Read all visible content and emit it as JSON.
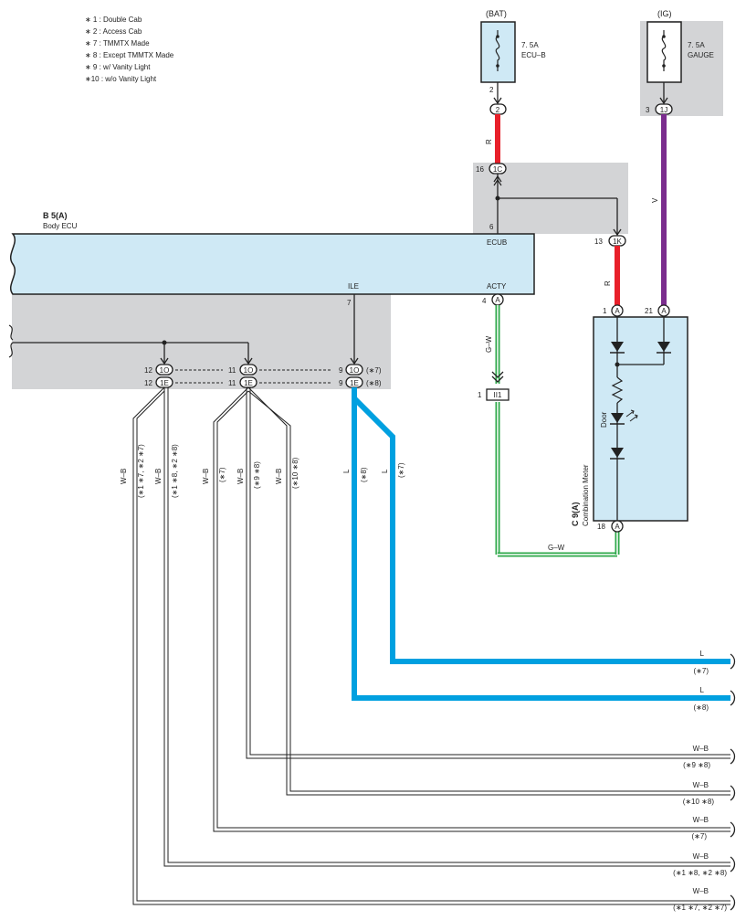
{
  "legend": [
    "∗ 1 : Double Cab",
    "∗ 2 : Access Cab",
    "∗ 7 : TMMTX Made",
    "∗ 8 : Except TMMTX Made",
    "∗ 9 : w/ Vanity Light",
    "∗10 : w/o Vanity Light"
  ],
  "fuses": {
    "bat": {
      "source": "(BAT)",
      "rating": "7. 5A",
      "name": "ECU–B",
      "pin_num": "2",
      "connector": "2"
    },
    "ig": {
      "source": "(IG)",
      "rating": "7. 5A",
      "name": "GAUGE",
      "pin_num": "3",
      "connector": "1J"
    }
  },
  "junctions": {
    "c1": {
      "label": "1C",
      "pin": "16"
    },
    "k1": {
      "label": "1K",
      "pin": "13"
    },
    "ecub_pin": "6"
  },
  "ecu": {
    "code": "B 5(A)",
    "name": "Body ECU",
    "ecub": "ECUB",
    "ile": "ILE",
    "ile_pin": "7",
    "acty": "ACTY",
    "acty_pin": "4",
    "acty_conn": "A"
  },
  "meter": {
    "code": "C 9(A)",
    "name": "Combination Meter",
    "door": "Door",
    "pin1": "1",
    "pin21": "21",
    "pin18": "18",
    "conn": "A"
  },
  "splice": {
    "pin": "1",
    "label": "II1"
  },
  "connectors_left": [
    {
      "pin": "12",
      "top": "1O",
      "bottom": "1E"
    },
    {
      "pin": "11",
      "top": "1O",
      "bottom": "1E"
    },
    {
      "pin": "9",
      "top": "1O",
      "bottom": "1E",
      "top_note": "(∗7)",
      "bottom_note": "(∗8)"
    }
  ],
  "wire_labels": {
    "r": "R",
    "v": "V",
    "gw": "G–W",
    "l": "L",
    "wb": "W–B"
  },
  "vertical_notes": {
    "n1": "(∗1 ∗7, ∗2 ∗7)",
    "n2": "(∗1 ∗8, ∗2 ∗8)",
    "n3": "(∗7)",
    "n4": "(∗9 ∗8)",
    "n5": "(∗10 ∗8)",
    "n6": "(∗8)",
    "n7": "(∗7)"
  },
  "outputs": [
    {
      "color": "L",
      "note": "(∗7)"
    },
    {
      "color": "L",
      "note": "(∗8)"
    },
    {
      "color": "W–B",
      "note": "(∗9 ∗8)"
    },
    {
      "color": "W–B",
      "note": "(∗10 ∗8)"
    },
    {
      "color": "W–B",
      "note": "(∗7)"
    },
    {
      "color": "W–B",
      "note": "(∗1 ∗8, ∗2 ∗8)"
    },
    {
      "color": "W–B",
      "note": "(∗1 ∗7, ∗2 ∗7)"
    }
  ],
  "colors": {
    "red": "#e8202a",
    "violet": "#7b2d8e",
    "blue": "#00a0e0",
    "green": "#2ea84a",
    "shade": "#d3d4d6",
    "light_blue": "#cfe9f5"
  }
}
